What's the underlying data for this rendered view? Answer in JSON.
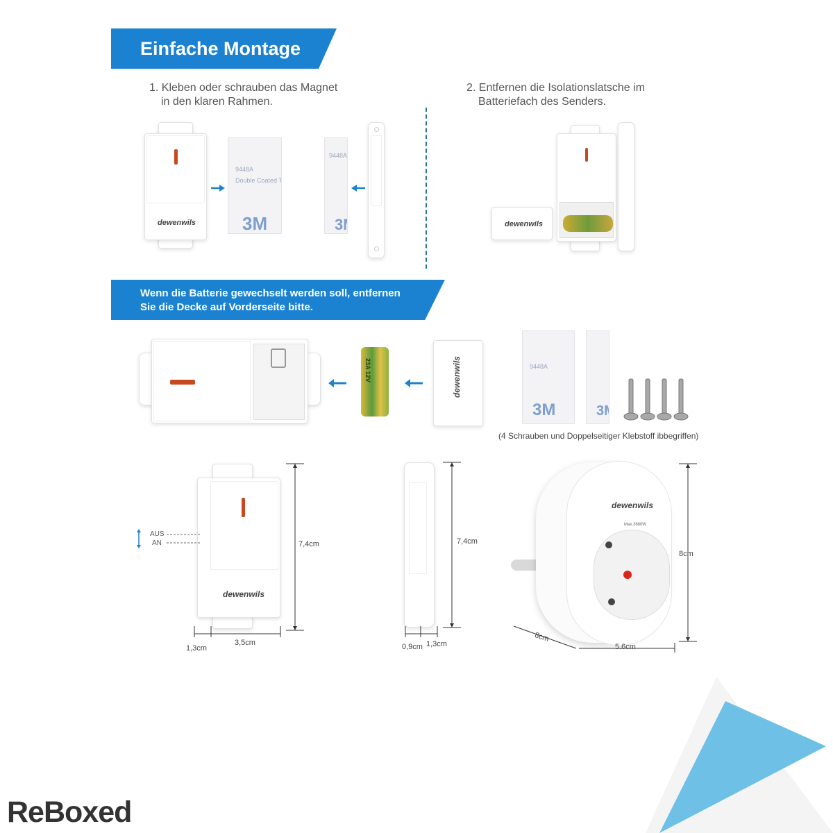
{
  "banners": {
    "title": "Einfache Montage",
    "battery_hint_line1": "Wenn die Batterie gewechselt werden soll, entfernen",
    "battery_hint_line2": "Sie die Decke auf Vorderseite bitte."
  },
  "steps": {
    "step1_line1": "1. Kleben oder schrauben das Magnet",
    "step1_line2": "in den klaren Rahmen.",
    "step2_line1": "2. Entfernen die Isolationslatsche im",
    "step2_line2": "Batteriefach des Senders."
  },
  "brand": "dewenwils",
  "tape": {
    "logo": "3M",
    "code": "9448A",
    "text": "Double Coated Tissue"
  },
  "battery": {
    "label": "23A 12V"
  },
  "accessories_caption": "(4 Schrauben und Doppelseitiger Klebstoff ibbegriffen)",
  "switch": {
    "off": "AUS",
    "on": "AN"
  },
  "dimensions": {
    "sensor_height": "7,4cm",
    "sensor_width": "3,5cm",
    "sensor_depth": "1,3cm",
    "magnet_height": "7,4cm",
    "magnet_width": "0,9cm",
    "magnet_depth": "1,3cm",
    "plug_height": "8cm",
    "plug_depth": "8cm",
    "plug_width": "5.6cm"
  },
  "plug": {
    "rating": "Max.3680W"
  },
  "footer": {
    "logo": "ReBoxed"
  },
  "colors": {
    "accent": "#1a82d1",
    "led": "#c9491e",
    "corner": "#6fc0e6"
  }
}
